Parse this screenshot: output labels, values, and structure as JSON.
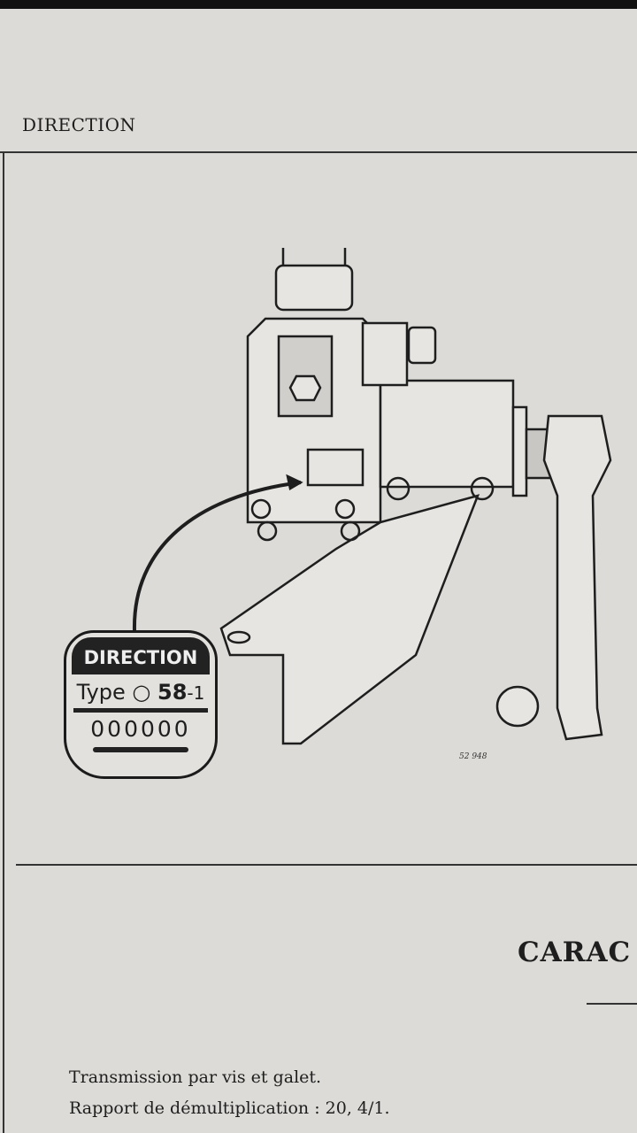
{
  "header": {
    "section": "DIRECTION"
  },
  "figure": {
    "plate": {
      "title": "DIRECTION",
      "type_label": "Type",
      "type_value": "58",
      "type_suffix": "-1",
      "serial": "000000"
    },
    "figure_number": "52 948"
  },
  "characteristics": {
    "title": "CARAC",
    "lines": [
      "Transmission par vis et galet.",
      "Rapport de démultiplication : 20, 4/1."
    ]
  }
}
